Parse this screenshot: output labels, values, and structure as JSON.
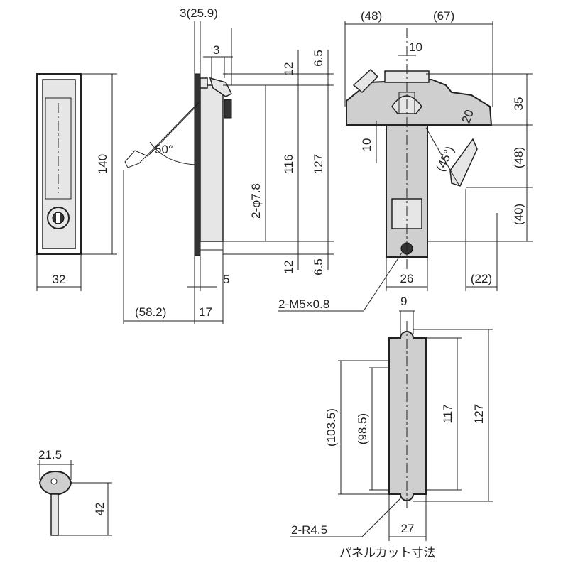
{
  "front": {
    "w": "32",
    "h": "140"
  },
  "side": {
    "top_offset": "3(25.9)",
    "top_small": "3",
    "angle": "50°",
    "holes": "2-φ7.8",
    "h116": "116",
    "h127": "127",
    "d12_top": "12",
    "d65_top": "6.5",
    "d12_bot": "12",
    "d65_bot": "6.5",
    "d5": "5",
    "w582": "(58.2)",
    "w17": "17"
  },
  "rear": {
    "w48": "(48)",
    "w67": "(67)",
    "w10": "10",
    "h35": "35",
    "r20": "20",
    "a45": "(45°)",
    "h48": "(48)",
    "h40": "(40)",
    "d10": "10",
    "w26": "26",
    "w22": "(22)",
    "thread": "2-M5×0.8"
  },
  "cutout": {
    "w9": "9",
    "h117": "117",
    "h127": "127",
    "h1035": "(103.5)",
    "h985": "(98.5)",
    "radius": "2-R4.5",
    "w27": "27",
    "caption": "パネルカット寸法"
  },
  "key": {
    "w": "21.5",
    "h": "42"
  }
}
